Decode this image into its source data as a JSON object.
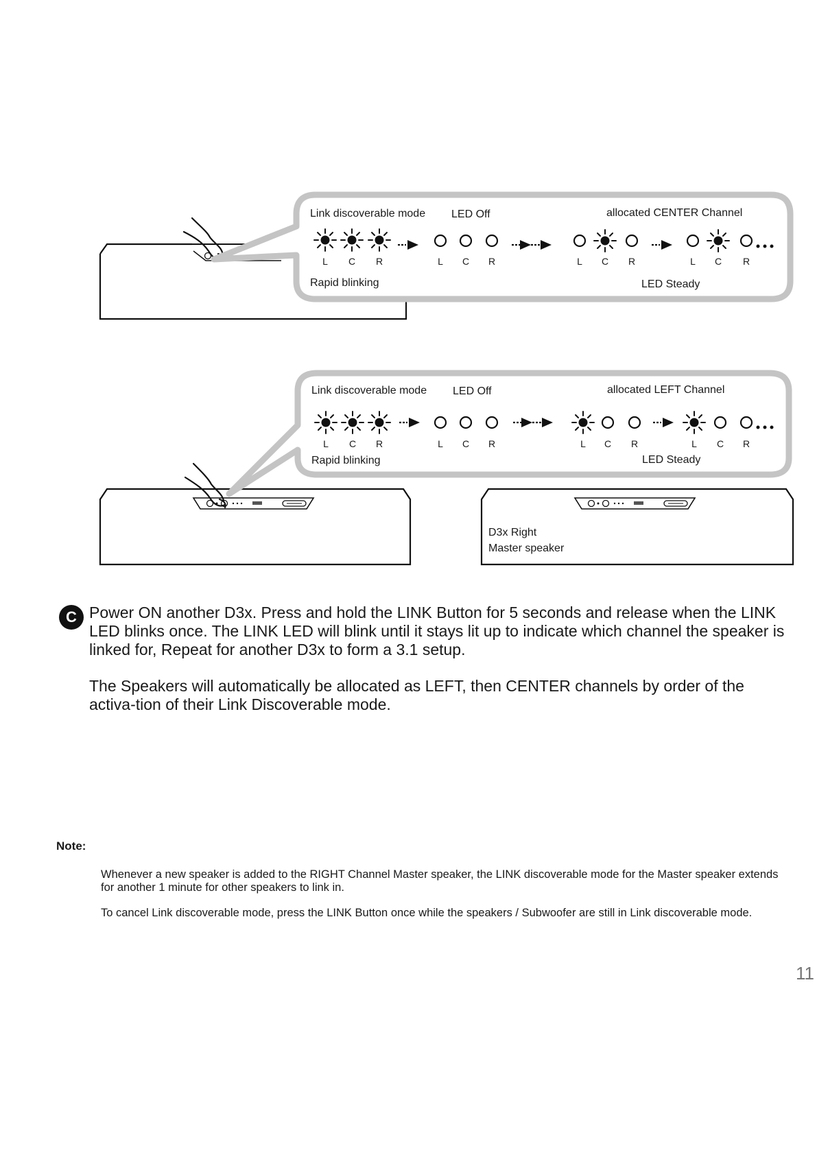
{
  "diagram_top": {
    "heading_link_mode": "Link discoverable mode",
    "heading_led_off": "LED Off",
    "heading_allocated": "allocated CENTER Channel",
    "caption_rapid": "Rapid blinking",
    "caption_steady": "LED Steady",
    "led_letters": [
      "L",
      "C",
      "R"
    ]
  },
  "diagram_bottom": {
    "heading_link_mode": "Link discoverable mode",
    "heading_led_off": "LED Off",
    "heading_allocated": "allocated LEFT Channel",
    "caption_rapid": "Rapid blinking",
    "caption_steady": "LED Steady",
    "led_letters": [
      "L",
      "C",
      "R"
    ]
  },
  "right_speaker": {
    "caption_line1": "D3x Right",
    "caption_line2": "Master speaker"
  },
  "step_c": {
    "badge": "C",
    "paragraph1": "Power ON another D3x. Press and hold the LINK Button for 5 seconds and release when the LINK LED blinks once.  The LINK LED will blink until it stays lit up to indicate which channel the speaker is linked for, Repeat for another D3x to form a 3.1 setup.",
    "paragraph2": "The Speakers will automatically be allocated as LEFT, then CENTER channels by order of the activa-tion of their Link Discoverable mode."
  },
  "note": {
    "title": "Note:",
    "paragraph1": "Whenever a new speaker is added to the RIGHT Channel Master speaker, the LINK discoverable mode for the Master speaker extends for another 1 minute for other speakers to link in.",
    "paragraph2": "To cancel Link discoverable mode, press the LINK Button once while the speakers / Subwoofer are still in Link discoverable mode."
  },
  "page_number": "11",
  "colors": {
    "callout_border": "#c4c4c4",
    "ink": "#1a1a1a",
    "page_number": "#777777"
  }
}
